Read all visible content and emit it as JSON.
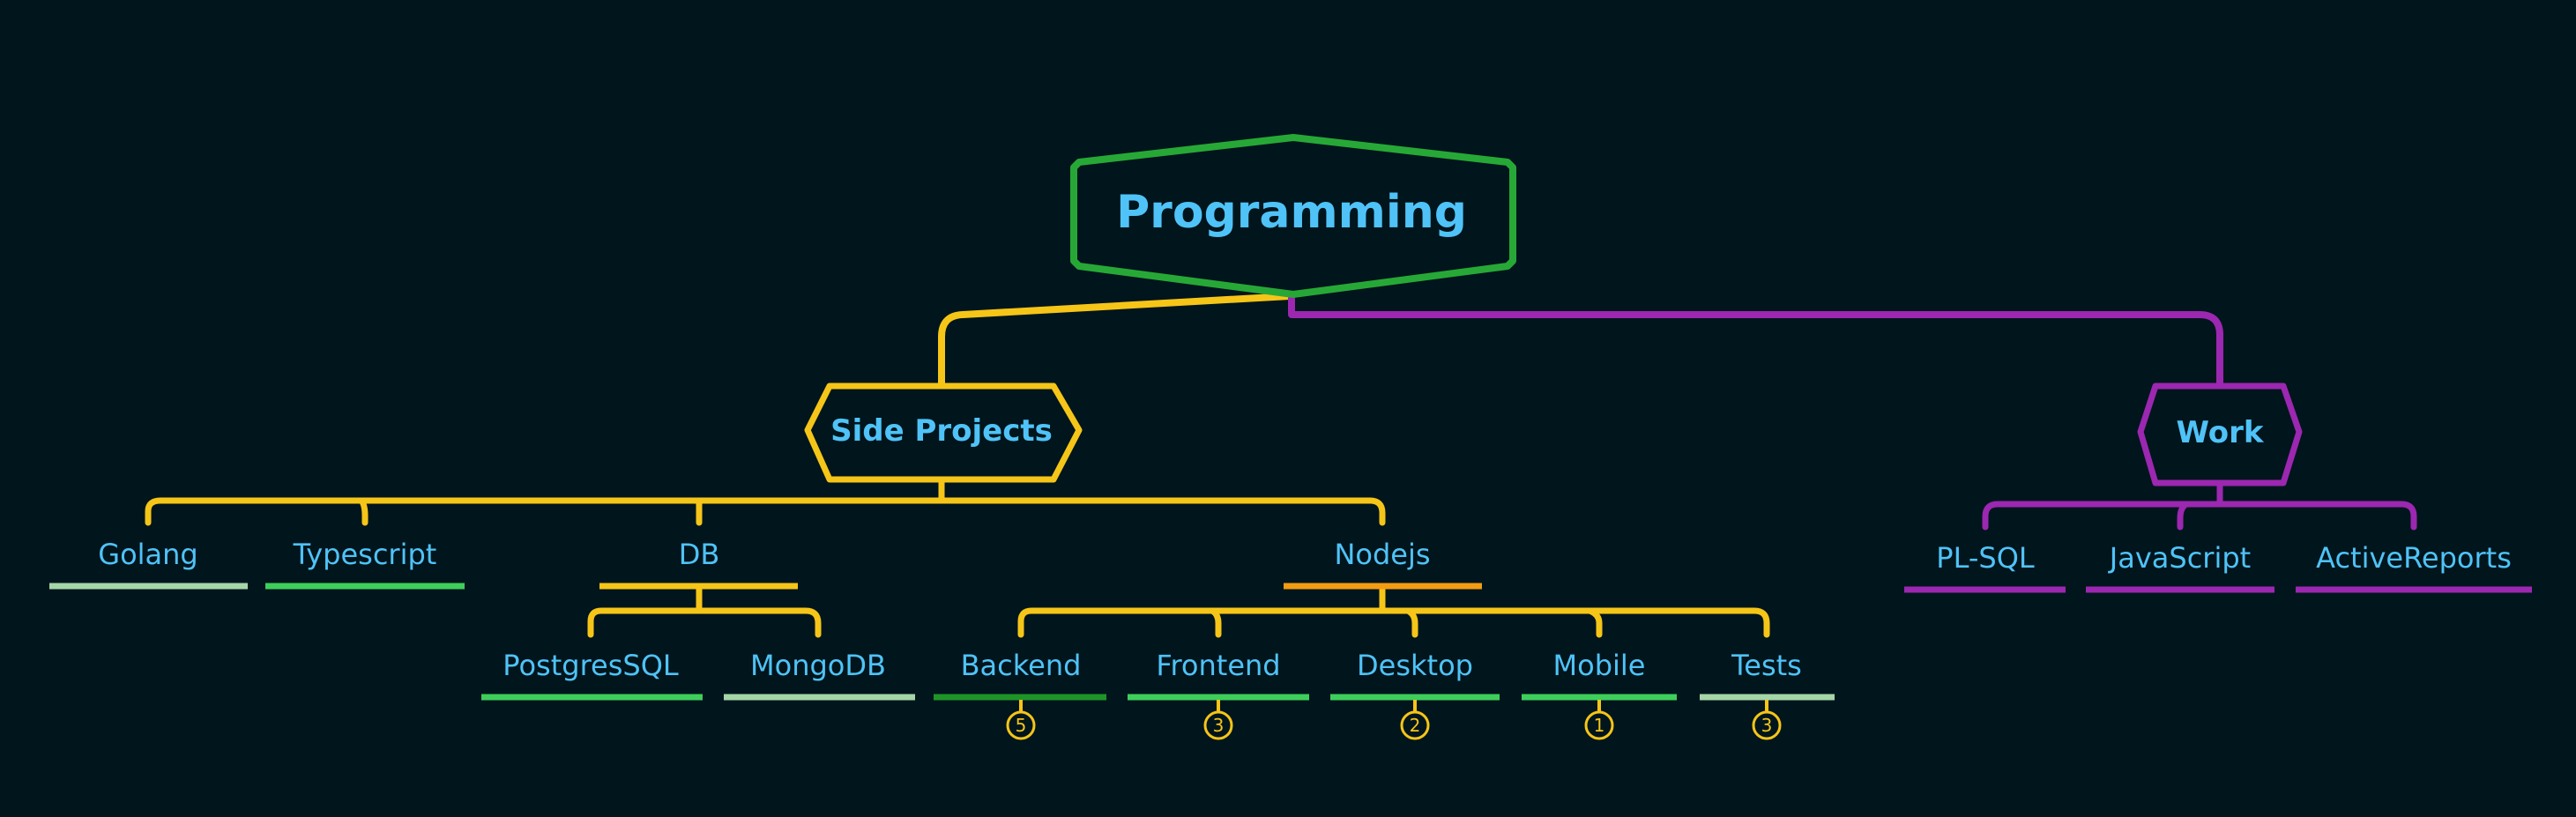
{
  "colors": {
    "background": "#01151d",
    "text": "#4fc3f7",
    "root_border": "#27a836",
    "side_projects": "#f5c518",
    "work": "#9c27b0",
    "nodejs_underline": "#f39c12",
    "underline_light": "#a5d6a7",
    "underline_green": "#3ecf5a",
    "underline_dark": "#1e9428"
  },
  "root": {
    "label": "Programming"
  },
  "side_projects": {
    "label": "Side Projects",
    "children": {
      "golang": "Golang",
      "typescript": "Typescript",
      "db": {
        "label": "DB",
        "children": {
          "postgres": "PostgresSQL",
          "mongodb": "MongoDB"
        }
      },
      "nodejs": {
        "label": "Nodejs",
        "children": {
          "backend": {
            "label": "Backend",
            "badge": "5"
          },
          "frontend": {
            "label": "Frontend",
            "badge": "3"
          },
          "desktop": {
            "label": "Desktop",
            "badge": "2"
          },
          "mobile": {
            "label": "Mobile",
            "badge": "1"
          },
          "tests": {
            "label": "Tests",
            "badge": "3"
          }
        }
      }
    }
  },
  "work": {
    "label": "Work",
    "children": {
      "plsql": "PL-SQL",
      "javascript": "JavaScript",
      "activereports": "ActiveReports"
    }
  }
}
